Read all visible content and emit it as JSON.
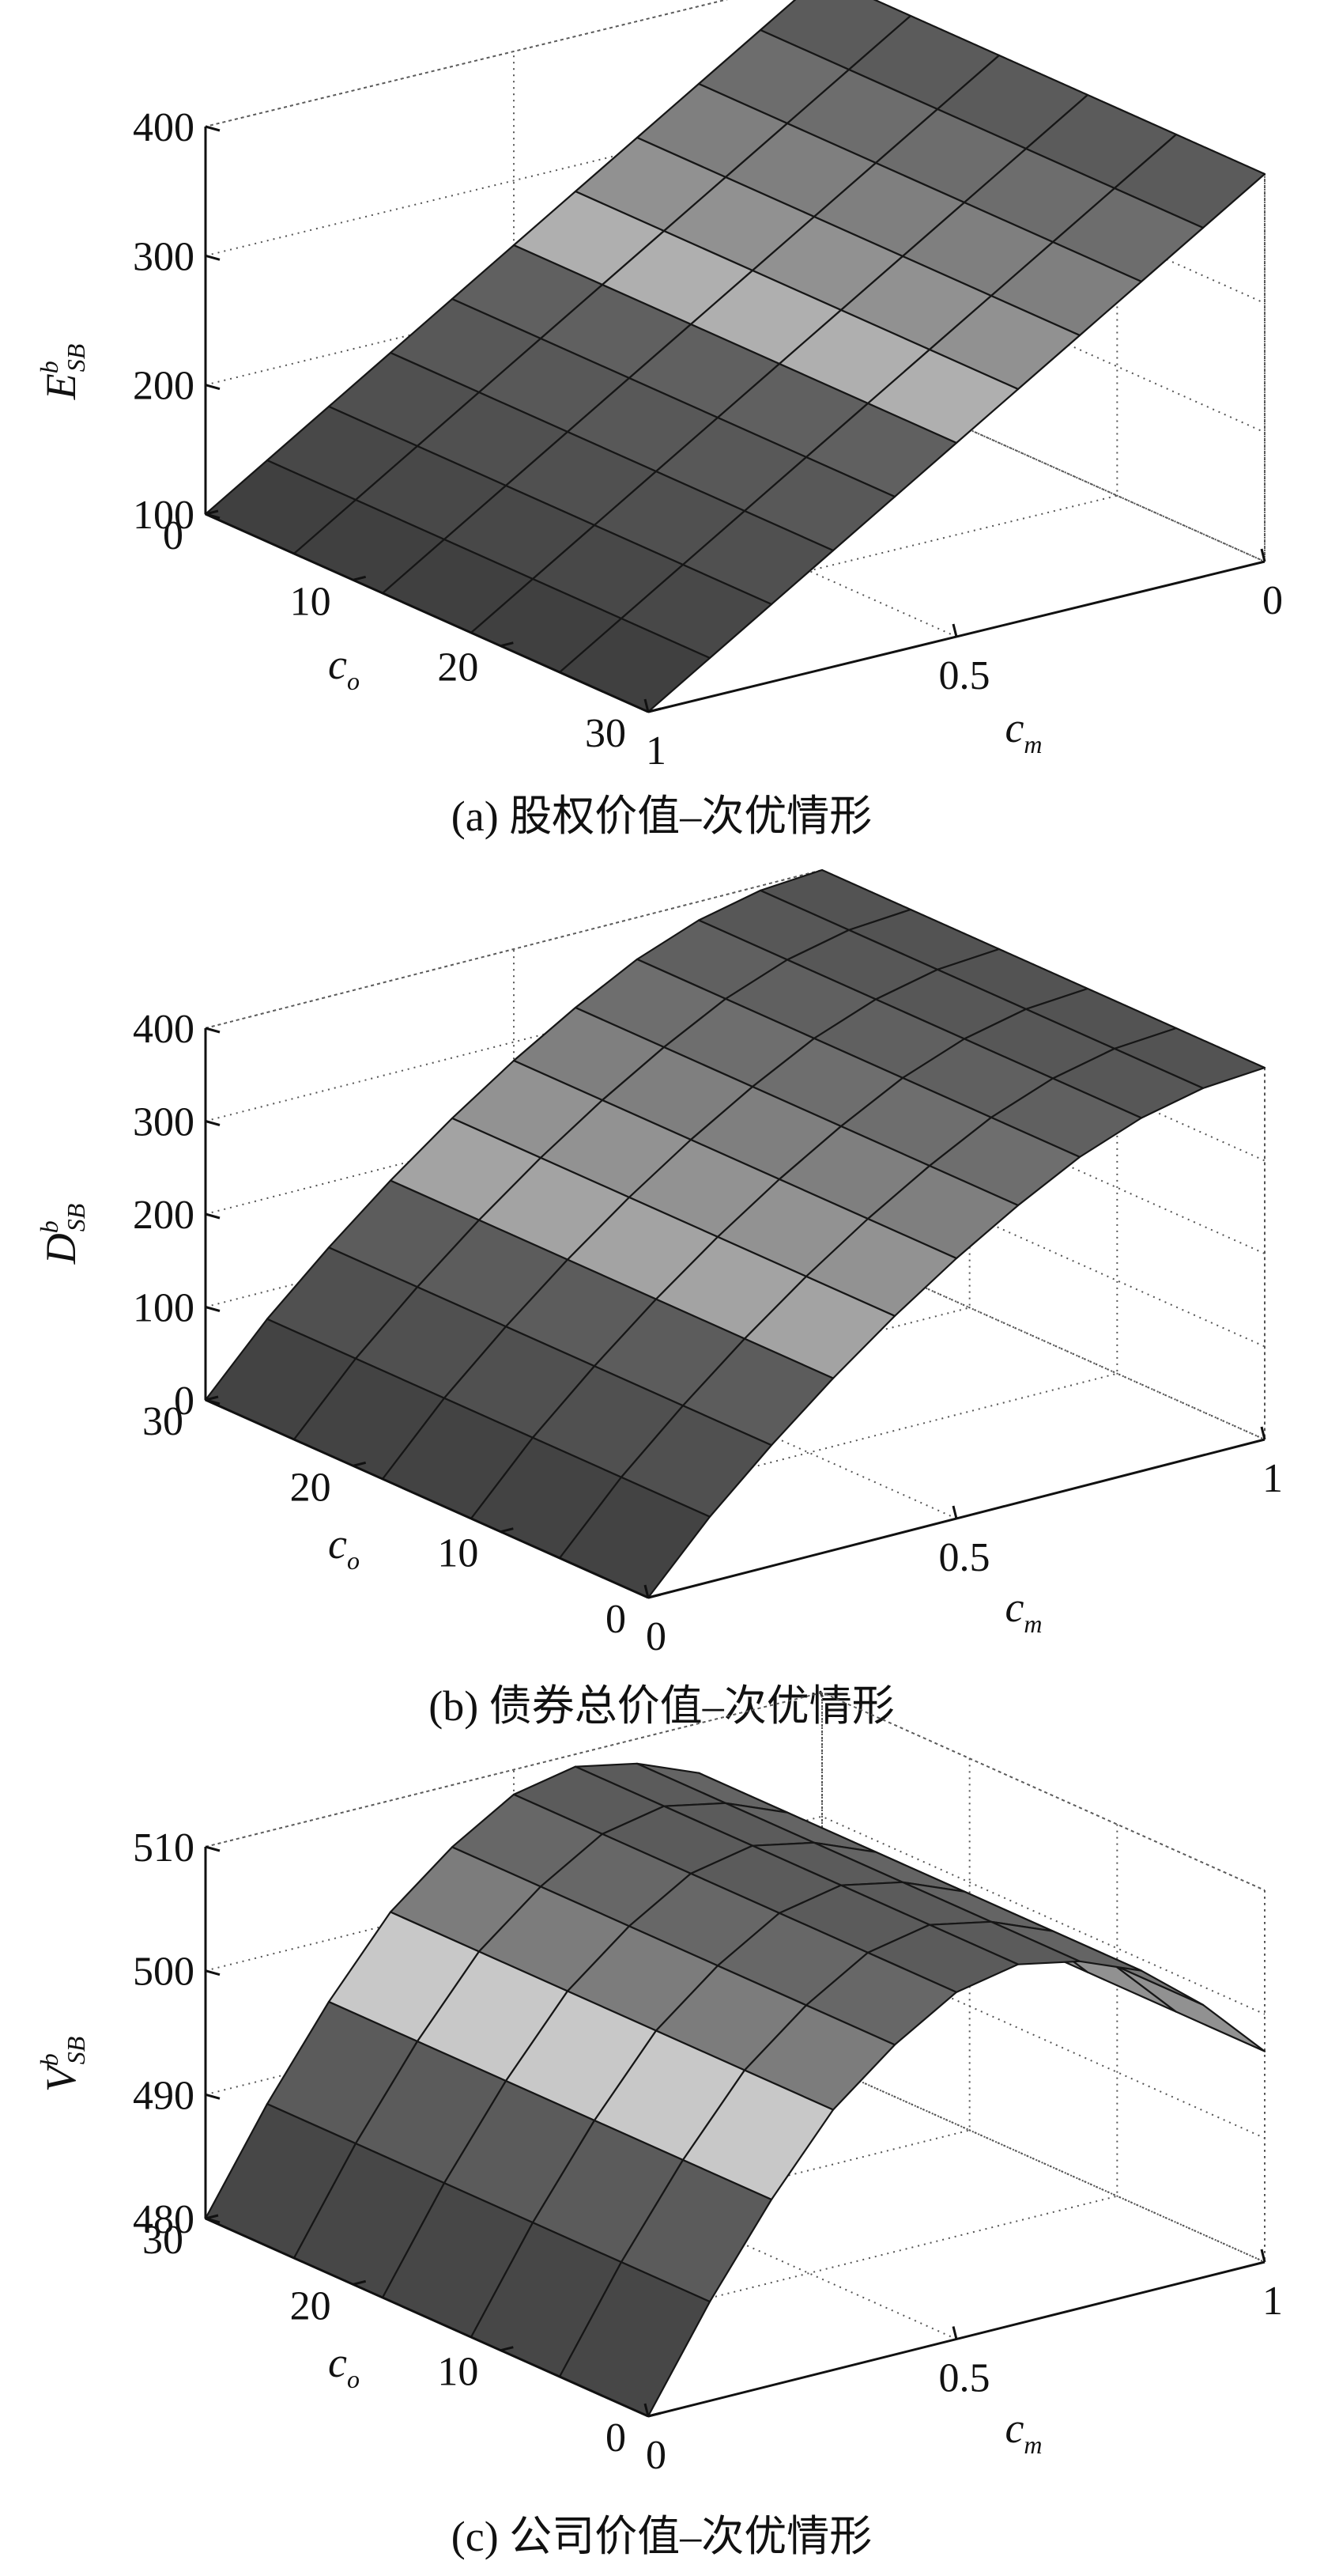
{
  "chart_data": [
    {
      "type": "surface",
      "caption": "(a) 股权价值–次优情形",
      "zlabel": {
        "main": "E",
        "sup": "b",
        "sub": "SB"
      },
      "xlabel": {
        "main": "c",
        "sub": "m"
      },
      "ylabel": {
        "main": "c",
        "sub": "o"
      },
      "x_ticks": [
        "0",
        "0.5",
        "1"
      ],
      "y_ticks": [
        "0",
        "10",
        "20",
        "30"
      ],
      "z_ticks": [
        "100",
        "200",
        "300",
        "400"
      ],
      "xlim": [
        0,
        1
      ],
      "ylim": [
        0,
        30
      ],
      "zlim": [
        100,
        400
      ],
      "x_axis_reversed": true,
      "y_axis_reversed": false,
      "x": [
        0,
        0.1,
        0.2,
        0.3,
        0.4,
        0.5,
        0.6,
        0.7,
        0.8,
        0.9,
        1.0
      ],
      "y": [
        0,
        6,
        12,
        18,
        24,
        30
      ],
      "z": [
        [
          400,
          370,
          340,
          310,
          280,
          250,
          220,
          190,
          160,
          130,
          100
        ],
        [
          400,
          370,
          340,
          310,
          280,
          250,
          220,
          190,
          160,
          130,
          100
        ],
        [
          400,
          370,
          340,
          310,
          280,
          250,
          220,
          190,
          160,
          130,
          100
        ],
        [
          400,
          370,
          340,
          310,
          280,
          250,
          220,
          190,
          160,
          130,
          100
        ],
        [
          400,
          370,
          340,
          310,
          280,
          250,
          220,
          190,
          160,
          130,
          100
        ],
        [
          400,
          370,
          340,
          310,
          280,
          250,
          220,
          190,
          160,
          130,
          100
        ]
      ]
    },
    {
      "type": "surface",
      "caption": "(b) 债券总价值–次优情形",
      "zlabel": {
        "main": "D",
        "sup": "b",
        "sub": "SB"
      },
      "xlabel": {
        "main": "c",
        "sub": "m"
      },
      "ylabel": {
        "main": "c",
        "sub": "o"
      },
      "x_ticks": [
        "0",
        "0.5",
        "1"
      ],
      "y_ticks": [
        "0",
        "10",
        "20",
        "30"
      ],
      "z_ticks": [
        "0",
        "100",
        "200",
        "300",
        "400"
      ],
      "xlim": [
        0,
        1
      ],
      "ylim": [
        0,
        30
      ],
      "zlim": [
        0,
        400
      ],
      "x_axis_reversed": false,
      "y_axis_reversed": true,
      "x": [
        0,
        0.1,
        0.2,
        0.3,
        0.4,
        0.5,
        0.6,
        0.7,
        0.8,
        0.9,
        1.0
      ],
      "y": [
        0,
        6,
        12,
        18,
        24,
        30
      ],
      "z": [
        [
          0,
          70,
          130,
          185,
          235,
          280,
          320,
          355,
          380,
          395,
          400
        ],
        [
          0,
          70,
          130,
          185,
          235,
          280,
          320,
          355,
          380,
          395,
          400
        ],
        [
          0,
          70,
          130,
          185,
          235,
          280,
          320,
          355,
          380,
          395,
          400
        ],
        [
          0,
          70,
          130,
          185,
          235,
          280,
          320,
          355,
          380,
          395,
          400
        ],
        [
          0,
          70,
          130,
          185,
          235,
          280,
          320,
          355,
          380,
          395,
          400
        ],
        [
          0,
          70,
          130,
          185,
          235,
          280,
          320,
          355,
          380,
          395,
          400
        ]
      ]
    },
    {
      "type": "surface",
      "caption": "(c) 公司价值–次优情形",
      "zlabel": {
        "main": "V",
        "sup": "b",
        "sub": "SB"
      },
      "xlabel": {
        "main": "c",
        "sub": "m"
      },
      "ylabel": {
        "main": "c",
        "sub": "o"
      },
      "x_ticks": [
        "0",
        "0.5",
        "1"
      ],
      "y_ticks": [
        "0",
        "10",
        "20",
        "30"
      ],
      "z_ticks": [
        "480",
        "490",
        "500",
        "510"
      ],
      "xlim": [
        0,
        1
      ],
      "ylim": [
        0,
        30
      ],
      "zlim": [
        480,
        510
      ],
      "x_axis_reversed": false,
      "y_axis_reversed": true,
      "x": [
        0,
        0.1,
        0.2,
        0.3,
        0.4,
        0.5,
        0.6,
        0.7,
        0.8,
        0.9,
        1.0
      ],
      "y": [
        0,
        6,
        12,
        18,
        24,
        30
      ],
      "z": [
        [
          480,
          488,
          495,
          501,
          505,
          508,
          509,
          508,
          506,
          502,
          497
        ],
        [
          480,
          488,
          495,
          501,
          505,
          508,
          509,
          508,
          506,
          502,
          497
        ],
        [
          480,
          488,
          495,
          501,
          505,
          508,
          509,
          508,
          506,
          502,
          497
        ],
        [
          480,
          488,
          495,
          501,
          505,
          508,
          509,
          508,
          506,
          502,
          497
        ],
        [
          480,
          488,
          495,
          501,
          505,
          508,
          509,
          508,
          506,
          502,
          497
        ],
        [
          480,
          488,
          495,
          501,
          505,
          508,
          509,
          508,
          506,
          502,
          497
        ]
      ]
    }
  ]
}
